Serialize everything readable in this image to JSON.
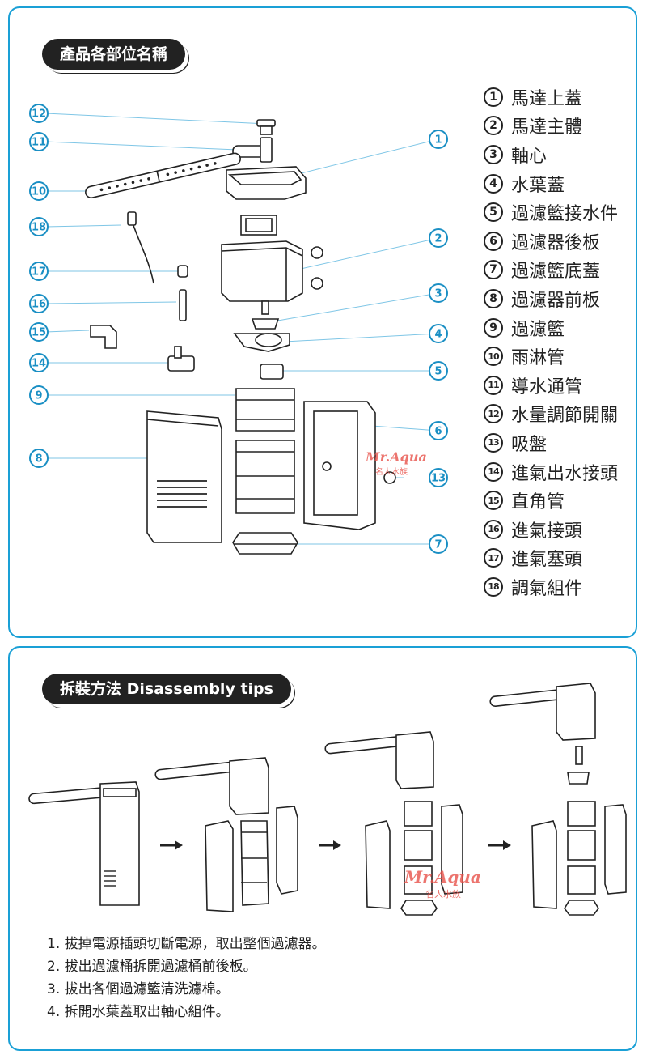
{
  "section1": {
    "title": "產品各部位名稱",
    "parts": [
      {
        "num": "1",
        "name": "馬達上蓋"
      },
      {
        "num": "2",
        "name": "馬達主體"
      },
      {
        "num": "3",
        "name": "軸心"
      },
      {
        "num": "4",
        "name": "水葉蓋"
      },
      {
        "num": "5",
        "name": "過濾籃接水件"
      },
      {
        "num": "6",
        "name": "過濾器後板"
      },
      {
        "num": "7",
        "name": "過濾籃底蓋"
      },
      {
        "num": "8",
        "name": "過濾器前板"
      },
      {
        "num": "9",
        "name": "過濾籃"
      },
      {
        "num": "10",
        "name": "雨淋管"
      },
      {
        "num": "11",
        "name": "導水通管"
      },
      {
        "num": "12",
        "name": "水量調節開關"
      },
      {
        "num": "13",
        "name": "吸盤"
      },
      {
        "num": "14",
        "name": "進氣出水接頭"
      },
      {
        "num": "15",
        "name": "直角管"
      },
      {
        "num": "16",
        "name": "進氣接頭"
      },
      {
        "num": "17",
        "name": "進氣塞頭"
      },
      {
        "num": "18",
        "name": "調氣組件"
      }
    ],
    "callouts": {
      "c1": "1",
      "c2": "2",
      "c3": "3",
      "c4": "4",
      "c5": "5",
      "c6": "6",
      "c7": "7",
      "c8": "8",
      "c9": "9",
      "c10": "10",
      "c11": "11",
      "c12": "12",
      "c13": "13",
      "c14": "14",
      "c15": "15",
      "c16": "16",
      "c17": "17",
      "c18": "18"
    }
  },
  "section2": {
    "title": "拆裝方法  Disassembly tips",
    "steps": [
      "1. 拔掉電源插頭切斷電源，取出整個過濾器。",
      "2. 拔出過濾桶拆開過濾桶前後板。",
      "3. 拔出各個過濾籃清洗濾棉。",
      "4. 拆開水葉蓋取出軸心組件。"
    ]
  },
  "watermark": {
    "brand": "Mr.Aqua",
    "sub": "名人水族"
  },
  "colors": {
    "accent": "#1aa0d6",
    "callout": "#1a8fc4",
    "pill": "#222222",
    "watermark": "#e8524a"
  }
}
